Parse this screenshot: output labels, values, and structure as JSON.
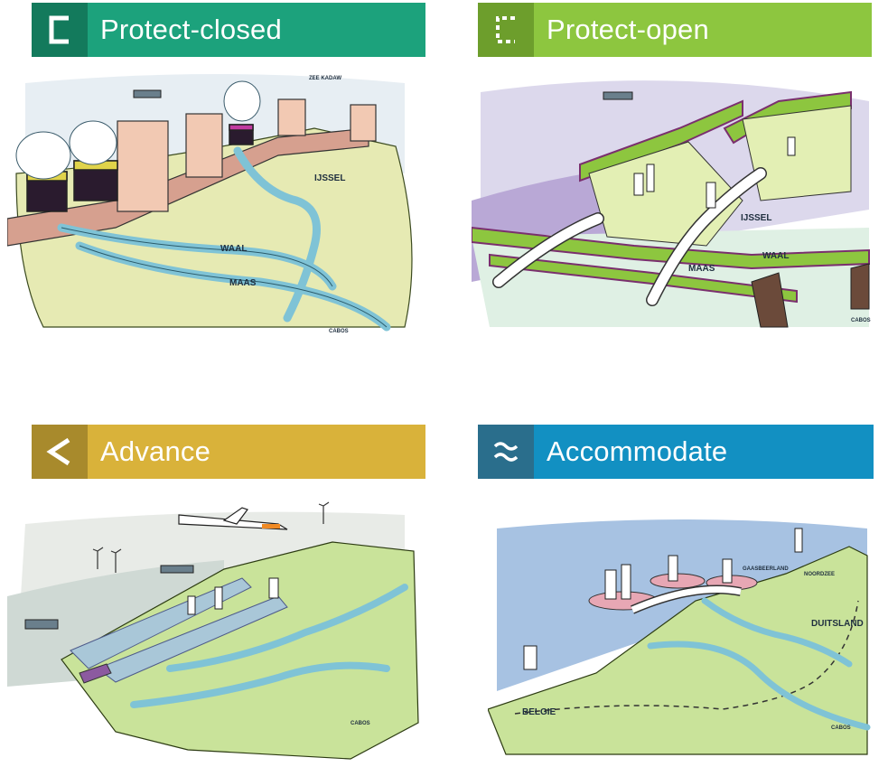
{
  "panels": [
    {
      "title": "Protect-closed",
      "icon": "bracket-closed-icon",
      "colors": {
        "bar": "#1ca27c",
        "icon_bg": "#137a5c"
      },
      "map_labels": {
        "river1": "IJSSEL",
        "river2": "WAAL",
        "river3": "MAAS",
        "gate": "ZEE KADAW",
        "signature": "CABOS"
      }
    },
    {
      "title": "Protect-open",
      "icon": "bracket-open-icon",
      "colors": {
        "bar": "#8dc63f",
        "icon_bg": "#6d9e2c"
      },
      "map_labels": {
        "river1": "IJSSEL",
        "river2": "WAAL",
        "river3": "MAAS",
        "signature": "CABOS"
      }
    },
    {
      "title": "Advance",
      "icon": "chevron-left-icon",
      "colors": {
        "bar": "#d9b23a",
        "icon_bg": "#a88a2c"
      },
      "map_labels": {
        "signature": "CABOS"
      }
    },
    {
      "title": "Accommodate",
      "icon": "waves-icon",
      "colors": {
        "bar": "#1290c2",
        "icon_bg": "#2a6e8c"
      },
      "map_labels": {
        "region1": "DUITSLAND",
        "region2": "BELGIE",
        "region3": "GAASBEERLAND",
        "region4": "NOORDZEE",
        "signature": "CABOS"
      }
    }
  ]
}
